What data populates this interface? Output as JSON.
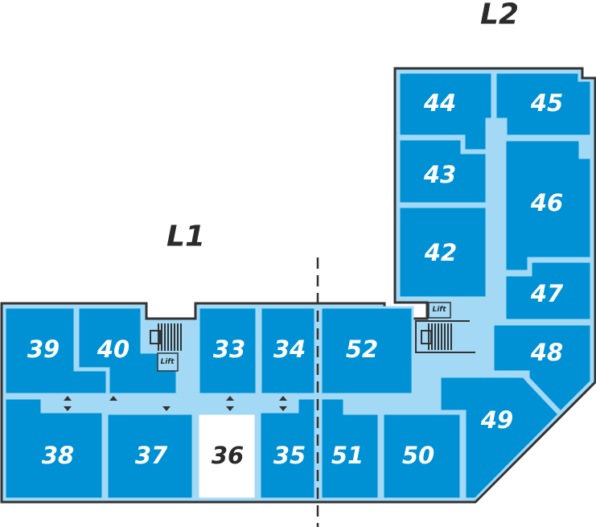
{
  "levels": {
    "l1": "L1",
    "l2": "L2"
  },
  "lift_label": "Lift",
  "colors": {
    "room": "#0091d5",
    "corridor": "#a3d9f5",
    "vacant": "#ffffff",
    "outline": "#333333"
  },
  "rooms": {
    "r33": "33",
    "r34": "34",
    "r35": "35",
    "r36": "36",
    "r37": "37",
    "r38": "38",
    "r39": "39",
    "r40": "40",
    "r42": "42",
    "r43": "43",
    "r44": "44",
    "r45": "45",
    "r46": "46",
    "r47": "47",
    "r48": "48",
    "r49": "49",
    "r50": "50",
    "r51": "51",
    "r52": "52"
  }
}
